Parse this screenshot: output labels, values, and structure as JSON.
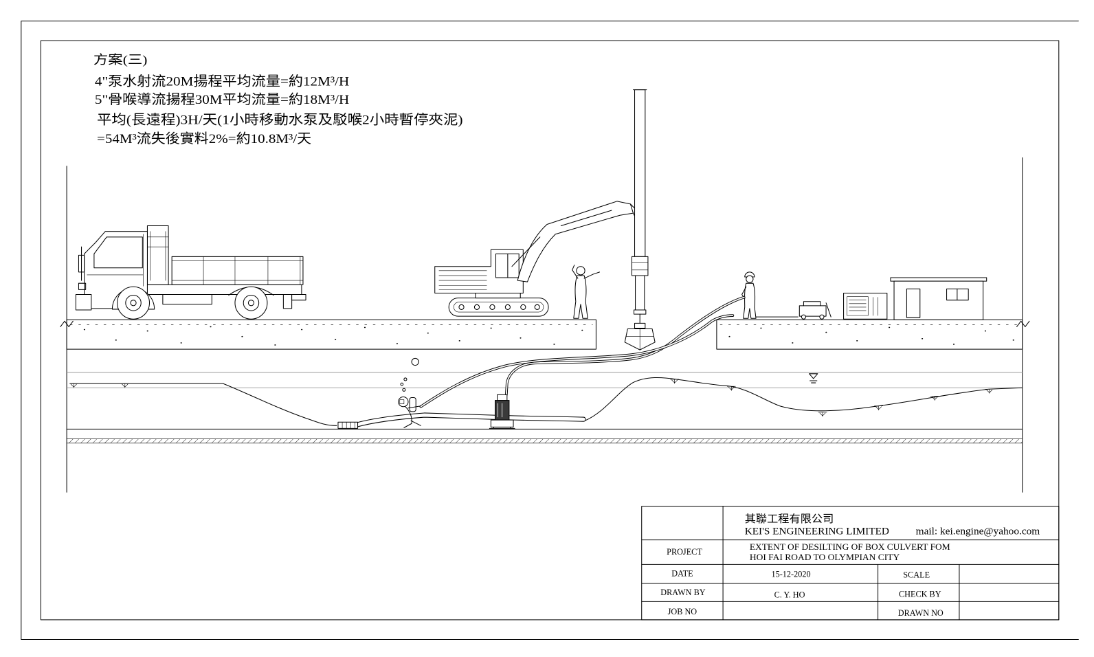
{
  "notes": {
    "title": "方案(三)",
    "lines": [
      "4\"泵水射流20M揚程平均流量=約12M³/H",
      "5\"骨喉導流揚程30M平均流量=約18M³/H",
      "平均(長遠程)3H/天(1小時移動水泵及駁喉2小時暫停夾泥)",
      "=54M³流失後實料2%=約10.8M³/天"
    ]
  },
  "title_block": {
    "company_cn": "其聯工程有限公司",
    "company_en": "KEI'S ENGINEERING LIMITED",
    "mail": "mail: kei.engine@yahoo.com",
    "project_label": "PROJECT",
    "project_lines": [
      "EXTENT OF DESILTING OF BOX CULVERT FOM",
      "HOI FAI ROAD TO OLYMPIAN CITY"
    ],
    "date_label": "DATE",
    "date": "15-12-2020",
    "scale_label": "SCALE",
    "drawn_by_label": "DRAWN BY",
    "drawn_by": "C. Y. HO",
    "check_by_label": "CHECK BY",
    "job_no_label": "JOB NO",
    "drawn_no_label": "DRAWN NO"
  },
  "colors": {
    "ink": "#000000",
    "paper": "#ffffff",
    "water_line": "#9a9a9a",
    "pump_body": "#3a3a3a"
  }
}
